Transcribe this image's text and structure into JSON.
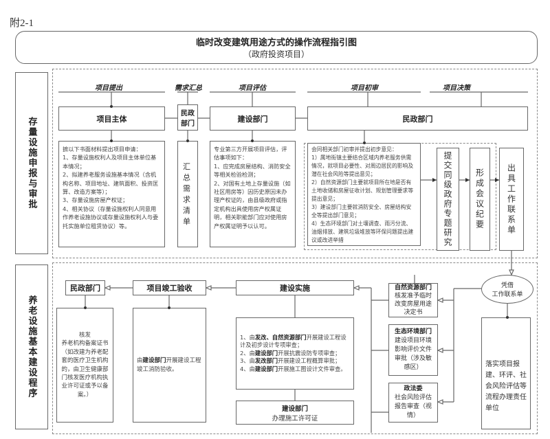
{
  "doc_label": "附2-1",
  "title": "临时改变建筑用途方式的操作流程指引图",
  "subtitle": "（政府投资项目）",
  "section1": {
    "label": "存量设施申报与审批",
    "phases": [
      "项目提出",
      "需求汇总",
      "项目评估",
      "项目初审",
      "项目决策"
    ],
    "headers": {
      "subject": "项目主体",
      "civil1": "民政部门",
      "construction": "建设部门",
      "civil2": "民政部门"
    },
    "application": "摭以下书面材料提出项目申请：\n1、存量设施权利人及项目主体单位基本情况；\n2、拟建养老服务设施基本情况（含机构名称、项目地址、建筑面积、投资匡算、改造方案等）；\n3、存量设施房屋产权证；\n4、相关协议（存量设施权利人同意用作养老设施协议或存量设施权利人与委托实施单位租赁协议）等。",
    "summary": "汇总需求清单",
    "evaluation": "专业第三方开展项目评估，评估事项如下：\n1、应完成房屋结构、消防安全等相关检验检测；\n2、对国有土地上存量设施（如社区用房等）因历史原因未办理产权证的，由县级政府或指定机构出具使用房产权属证明，相关职能部门应对使用房产权属证明予以认可。",
    "review": "会同相关部门初审并提出初步意见：\n1）属地街镇主要结合区域内养老服务供需情况，就项目必要性、对周边居民的影响及潜在社会风险等提出意见；\n2）自然资源部门主要就项目所在地是否有土地收储和房屋征收计划、规划管理要求等提出意见；\n3）建设部门主要就消防安全、房屋结构安全等提出部门意见；\n4）生态环境部门对土壤调查、雨污分流、油烟排放、建筑垃圾堆放等环保问题提出建议或改进举措",
    "decision1": "提交同级政府专题研究",
    "decision2": "形成会议纪要",
    "decision3": "出具工作联系单"
  },
  "section2": {
    "label": "养老设施基本建设程序",
    "civil": "民政部门",
    "acceptance": "项目竣工验收",
    "implementation": "建设实施",
    "civil_detail": "核发\n养老机构备案证书\n（如改建为养老配套的医疗卫生机构的，由卫生健康部门核发医疗机构执业许可证或予以备案。）",
    "acceptance_detail_pre": "由",
    "acceptance_detail_bold": "建设部门",
    "acceptance_detail_post": "开展建设工程竣工消防验收。",
    "impl_items": [
      {
        "pre": "1、由",
        "bold": "发改、自然资源部门",
        "post": "开展建设工程设计及初步设计专项审查；"
      },
      {
        "pre": "2、由",
        "bold": "建设部门",
        "post": "开展抗震设防专项审查；"
      },
      {
        "pre": "3、由",
        "bold": "发改部门",
        "post": "开展建设工程概算审批；"
      },
      {
        "pre": "4、由",
        "bold": "建设部门",
        "post": "开展施工图设计文件审查。"
      }
    ],
    "permit_title": "建设部门",
    "permit_text": "办理施工许可证",
    "natural_title": "自然资源部门",
    "natural_text": "核发准予临时改变房屋用途决定书",
    "eco_title": "生态环境部门",
    "eco_text": "建设项目环境影响评价文件审批（涉及敏感区）",
    "legal_title": "政法委",
    "legal_text": "社会风险评估报告审查（视情）",
    "ellipse": "凭借\n工作联系单",
    "responsible": "落实项目报建、环评、社会风险评估等流程办理责任单位"
  }
}
